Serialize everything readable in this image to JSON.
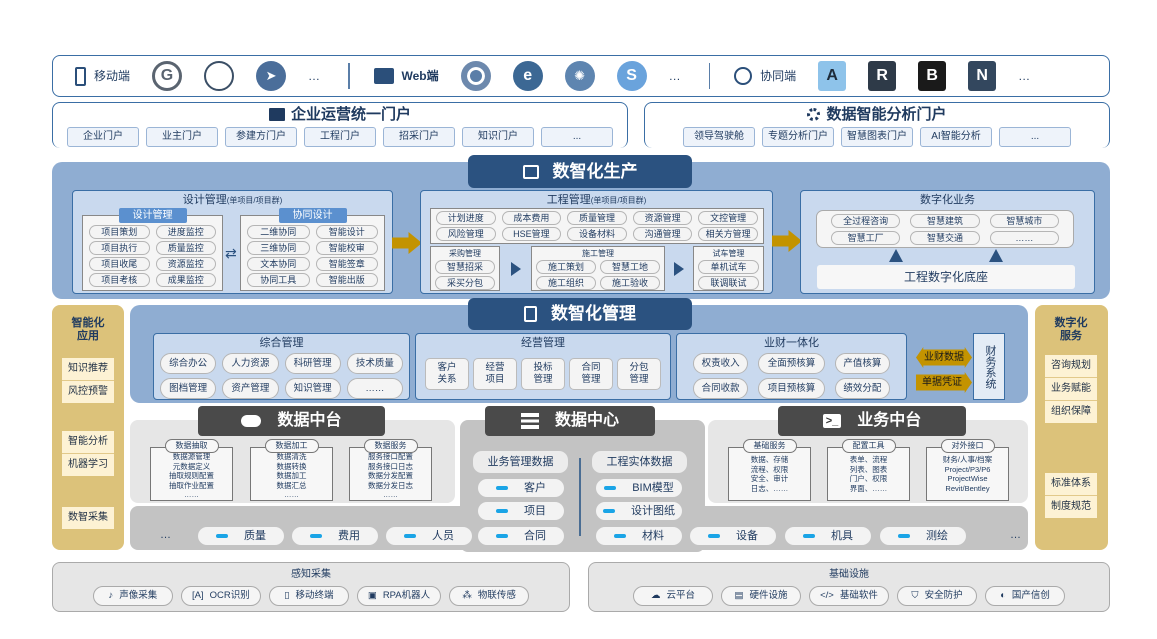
{
  "top": {
    "mobile_label": "移动端",
    "web_label": "Web端",
    "collab_label": "协同端",
    "more": "…",
    "mobile_apps": [
      "G",
      "chat",
      "ding"
    ],
    "web_apps": [
      "chrome",
      "edge",
      "fan",
      "S"
    ],
    "collab_apps": [
      "A",
      "R",
      "B",
      "N"
    ]
  },
  "portal_enterprise": {
    "title": "企业运营统一门户",
    "items": [
      "企业门户",
      "业主门户",
      "参建方门户",
      "工程门户",
      "招采门户",
      "知识门户",
      "..."
    ]
  },
  "portal_data": {
    "title": "数据智能分析门户",
    "items": [
      "领导驾驶舱",
      "专题分析门户",
      "智慧图表门户",
      "AI智能分析",
      "..."
    ]
  },
  "production": {
    "title": "数智化生产",
    "design": {
      "title": "设计管理",
      "suffix": "(单项目/项目群)",
      "mgmt": {
        "title": "设计管理",
        "items": [
          "项目策划",
          "进度监控",
          "项目执行",
          "质量监控",
          "项目收尾",
          "资源监控",
          "项目考核",
          "成果监控"
        ]
      },
      "collab": {
        "title": "协同设计",
        "items": [
          "二维协同",
          "智能设计",
          "三维协同",
          "智能校审",
          "文本协同",
          "智能签章",
          "协同工具",
          "智能出版"
        ]
      }
    },
    "engineering": {
      "title": "工程管理",
      "suffix": "(单项目/项目群)",
      "items": [
        "计划进度",
        "成本费用",
        "质量管理",
        "资源管理",
        "文控管理",
        "风险管理",
        "HSE管理",
        "设备材料",
        "沟通管理",
        "相关方管理"
      ],
      "procure": {
        "title": "采购管理",
        "items": [
          "智慧招采",
          "采买分包"
        ]
      },
      "construct": {
        "title": "施工管理",
        "items": [
          "施工策划",
          "智慧工地",
          "施工组织",
          "施工验收"
        ]
      },
      "trial": {
        "title": "试车管理",
        "items": [
          "单机试车",
          "联调联试"
        ]
      }
    },
    "digital": {
      "title": "数字化业务",
      "items": [
        "全过程咨询",
        "智慧建筑",
        "智慧城市",
        "智慧工厂",
        "智慧交通",
        "……"
      ],
      "base": "工程数字化底座"
    }
  },
  "management": {
    "title": "数智化管理",
    "general": {
      "title": "综合管理",
      "items": [
        "综合办公",
        "人力资源",
        "科研管理",
        "技术质量",
        "图档管理",
        "资产管理",
        "知识管理",
        "……"
      ]
    },
    "business": {
      "title": "经营管理",
      "items": [
        "客户\n关系",
        "经营\n项目",
        "投标\n管理",
        "合同\n管理",
        "分包\n管理"
      ]
    },
    "finance": {
      "title": "业财一体化",
      "items": [
        "权责收入",
        "全面预核算",
        "产值核算",
        "合同收款",
        "项目预核算",
        "绩效分配"
      ]
    },
    "flow1": "业财数据",
    "flow2": "单据凭证",
    "fin_system": "财务系统"
  },
  "left": {
    "title": "智能化应用",
    "groups": [
      [
        "知识推荐",
        "风控预警"
      ],
      [
        "智能分析",
        "机器学习"
      ],
      [
        "数智采集"
      ]
    ]
  },
  "right": {
    "title": "数字化服务",
    "groups": [
      [
        "咨询规划",
        "业务赋能",
        "组织保障"
      ],
      [
        "标准体系",
        "制度规范"
      ]
    ]
  },
  "data_platform": {
    "title": "数据中台",
    "cols": [
      {
        "title": "数据抽取",
        "lines": [
          "数据源管理",
          "元数据定义",
          "抽取规则配置",
          "抽取作业配置",
          "……"
        ]
      },
      {
        "title": "数据加工",
        "lines": [
          "数据清洗",
          "数据转换",
          "数据加工",
          "数据汇总",
          "……"
        ]
      },
      {
        "title": "数据服务",
        "lines": [
          "服务接口配置",
          "服务接口日志",
          "数据分发配置",
          "数据分发日志",
          "……"
        ]
      }
    ]
  },
  "data_center": {
    "title": "数据中心",
    "left_title": "业务管理数据",
    "right_title": "工程实体数据",
    "left": [
      "客户",
      "项目"
    ],
    "right": [
      "BIM模型",
      "设计图纸"
    ]
  },
  "biz_platform": {
    "title": "业务中台",
    "cols": [
      {
        "title": "基础服务",
        "lines": [
          "数据、存储",
          "流程、权限",
          "安全、审计",
          "日志、……"
        ]
      },
      {
        "title": "配置工具",
        "lines": [
          "表单、流程",
          "列表、图表",
          "门户、权限",
          "界面、……"
        ]
      },
      {
        "title": "对外接口",
        "lines": [
          "财务/人事/档案",
          "Project/P3/P6",
          "ProjectWise",
          "Revit/Bentley"
        ]
      }
    ]
  },
  "data_row": [
    "…",
    "质量",
    "费用",
    "人员",
    "合同",
    "材料",
    "设备",
    "机具",
    "测绘",
    "…"
  ],
  "perception": {
    "title": "感知采集",
    "items": [
      "声像采集",
      "OCR识别",
      "移动终端",
      "RPA机器人",
      "物联传感"
    ]
  },
  "infra": {
    "title": "基础设施",
    "items": [
      "云平台",
      "硬件设施",
      "基础软件",
      "安全防护",
      "国产信创"
    ]
  }
}
